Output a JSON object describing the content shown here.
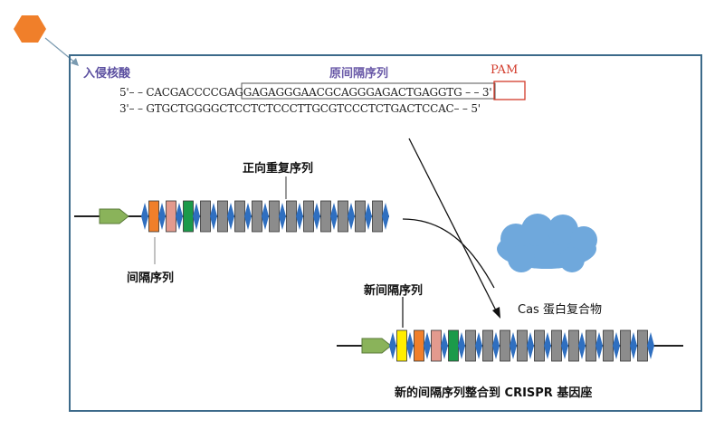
{
  "labels": {
    "invader": "入侵核酸",
    "protospacer": "原间隔序列",
    "pam": "PAM",
    "direct_repeat": "正向重复序列",
    "spacer": "间隔序列",
    "new_spacer": "新间隔序列",
    "cas_complex": "Cas 蛋白复合物",
    "integration": "新的间隔序列整合到 CRISPR 基因座"
  },
  "sequence": {
    "top": "5'– – CACGACCCCGAGGAGAGGGAACGCAGGGAGACTGAGGTG – – 3'",
    "bottom": "3'– – GTGCTGGGGCTCCTCTCCCTTGCGTCCCTCTGACTCCAC– – 5'"
  },
  "colors": {
    "frame": "#3c6a8a",
    "hexagon": "#f07f2a",
    "leader_arrow": "#8ab35a",
    "repeat": "#2f6fc0",
    "spacer_default": "#8c8c8c",
    "spacer_orange": "#f07f2a",
    "spacer_pink": "#e39a8e",
    "spacer_green": "#1b9a4a",
    "spacer_yellow": "#ffee00",
    "cloud": "#6fa8dc",
    "protospacer_box": "#555555",
    "pam_box": "#d23a2a"
  },
  "arrays": {
    "original_spacers": [
      "orange",
      "pink",
      "green",
      "gray",
      "gray",
      "gray",
      "gray",
      "gray",
      "gray",
      "gray",
      "gray",
      "gray",
      "gray",
      "gray"
    ],
    "new_spacers": [
      "yellow",
      "orange",
      "pink",
      "green",
      "gray",
      "gray",
      "gray",
      "gray",
      "gray",
      "gray",
      "gray",
      "gray",
      "gray",
      "gray",
      "gray"
    ]
  }
}
